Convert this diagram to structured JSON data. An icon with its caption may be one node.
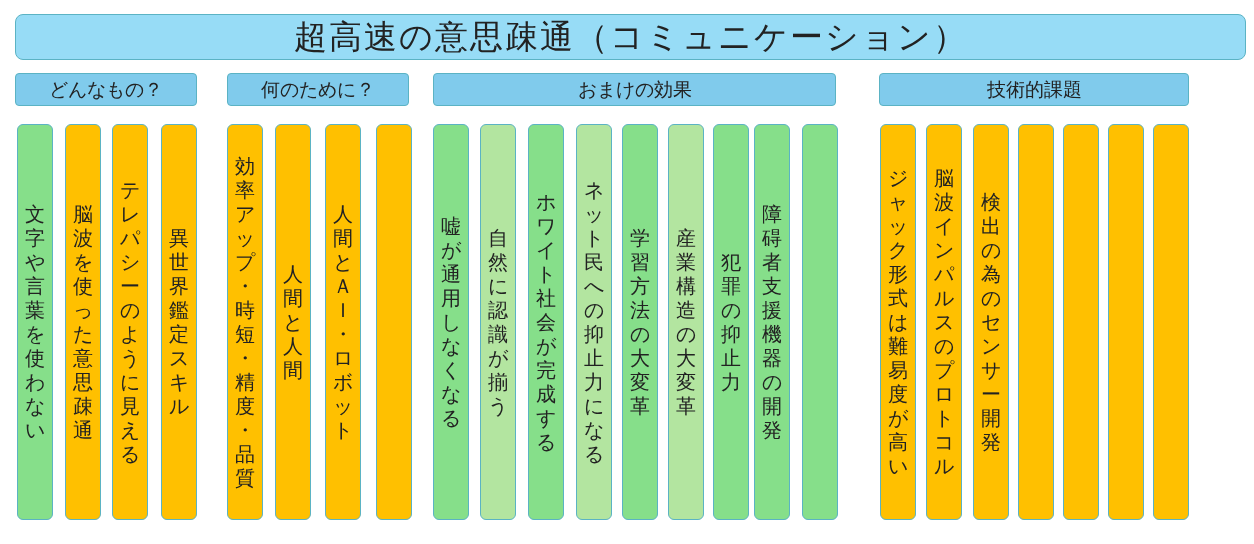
{
  "diagram": {
    "nodes": [
      {
        "text": [
          "超高速の意思疎通（コミュニケーション）"
        ]
      },
      {
        "text": [
          "どんなもの？"
        ]
      },
      {
        "text": [
          "文字や言葉を使わない"
        ]
      },
      {
        "text": [
          "脳波を使った意思疎通"
        ]
      },
      {
        "text": [
          "テレパシーのように見える"
        ]
      },
      {
        "text": [
          "異世界鑑定スキル"
        ]
      },
      {
        "text": [
          "何のために？"
        ]
      },
      {
        "text": [
          "効率アップ・時短・精度・品質"
        ]
      },
      {
        "text": [
          "人間と人間"
        ]
      },
      {
        "text": [
          "人間とＡＩ・ロボット"
        ]
      },
      {
        "text": [],
        "shape": "bar"
      },
      {
        "text": [
          "おまけの効果"
        ]
      },
      {
        "text": [
          "嘘が通用しなくなる"
        ]
      },
      {
        "text": [
          "自然に認識が揃う"
        ]
      },
      {
        "text": [
          "ホワイト社会が完成する"
        ]
      },
      {
        "text": [
          "ネット民への抑止力になる"
        ]
      },
      {
        "text": [
          "学習方法の大変革"
        ]
      },
      {
        "text": [
          "産業構造の大変革"
        ]
      },
      {
        "text": [
          "犯罪の抑止力"
        ]
      },
      {
        "text": [
          "障碍者支援機器の開発"
        ]
      },
      {
        "text": [],
        "shape": "bar"
      },
      {
        "text": [
          "技術的課題"
        ]
      },
      {
        "text": [
          "ジャック形式は難易度が高い"
        ]
      },
      {
        "text": [
          "脳波インパルスのプロトコル"
        ]
      },
      {
        "text": [
          "検出の為のセンサー開発"
        ]
      },
      {
        "text": [],
        "shape": "bar"
      },
      {
        "text": [],
        "shape": "bar"
      },
      {
        "text": [],
        "shape": "bar"
      },
      {
        "text": [],
        "shape": "bar"
      }
    ]
  }
}
